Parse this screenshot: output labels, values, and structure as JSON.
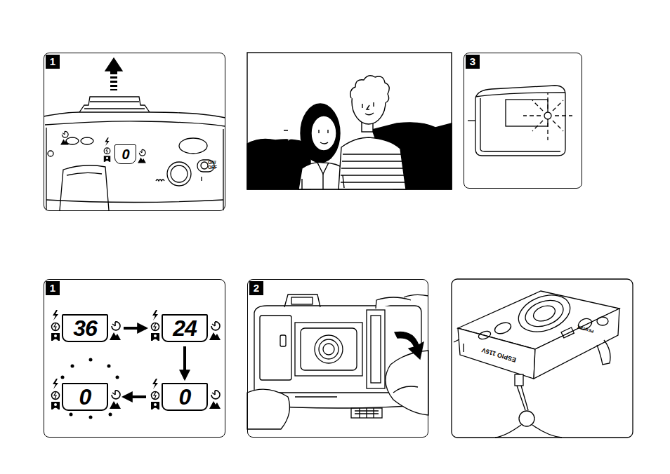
{
  "diagram": {
    "nodes": [
      {
        "text": [
          "1"
        ]
      },
      {
        "text": [
          "0"
        ],
        "in": 0
      },
      {
        "text": [
          "3"
        ]
      },
      {
        "text": [
          "1"
        ]
      },
      {
        "text": [
          "36"
        ],
        "in": 3
      },
      {
        "text": [
          "24"
        ],
        "in": 3
      },
      {
        "text": [
          "0"
        ],
        "in": 3
      },
      {
        "text": [
          "0"
        ],
        "in": 3
      },
      {
        "text": [
          "2"
        ]
      }
    ],
    "edges": [
      {
        "from": 4,
        "to": 5,
        "arrow": "to"
      },
      {
        "from": 5,
        "to": 6,
        "arrow": "to"
      },
      {
        "from": 6,
        "to": 7,
        "arrow": "to"
      }
    ],
    "labels": [
      "ON/ OFF",
      "ESPIO 115V",
      "PENTAX"
    ]
  }
}
